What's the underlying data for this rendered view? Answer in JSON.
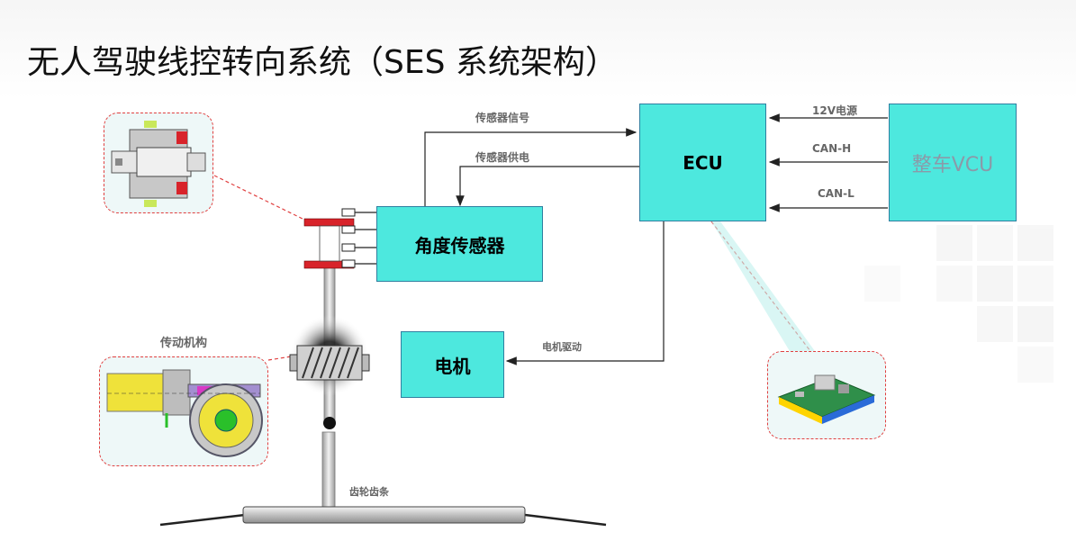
{
  "title": "无人驾驶线控转向系统（SES 系统架构）",
  "blocks": {
    "ecu": "ECU",
    "vcu": "整车VCU",
    "angle_sensor": "角度传感器",
    "motor": "电机"
  },
  "labels": {
    "sensor_signal": "传感器信号",
    "sensor_power": "传感器供电",
    "power_12v": "12V电源",
    "can_h": "CAN-H",
    "can_l": "CAN-L",
    "motor_drive": "电机驱动",
    "transmission": "传动机构",
    "rack": "齿轮齿条"
  },
  "colors": {
    "block_fill": "#4de8de",
    "block_border": "#2f7fa0",
    "callout_border": "#e04040",
    "vcu_text": "#8a9aa8"
  }
}
